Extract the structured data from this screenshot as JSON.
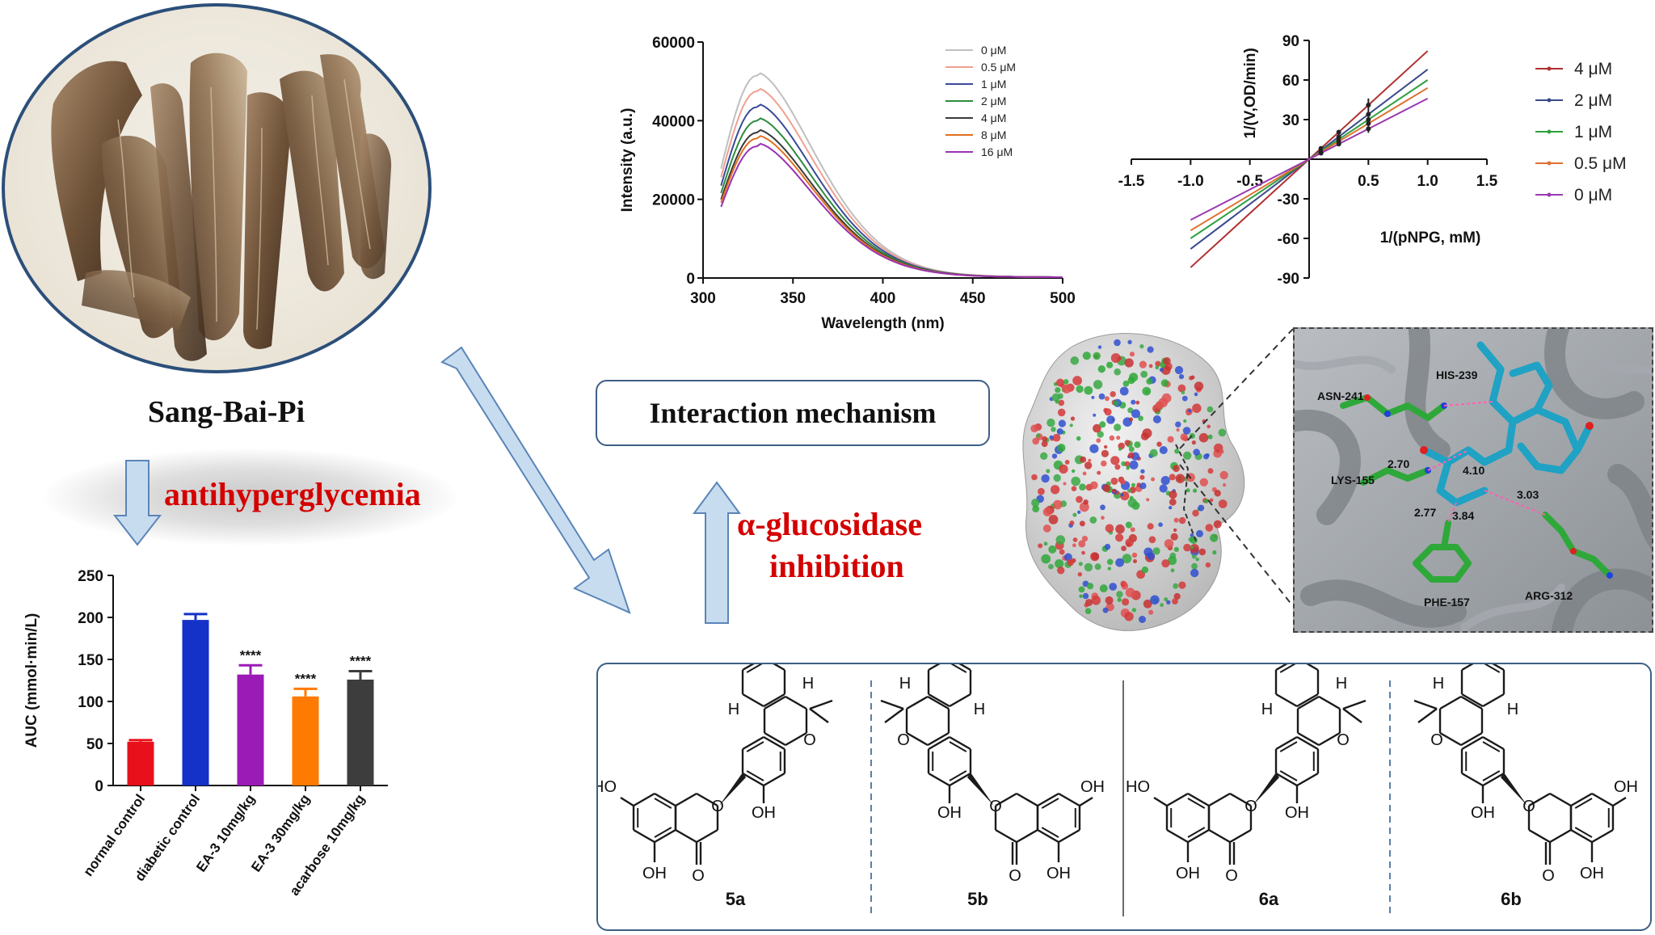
{
  "colors": {
    "accent_red": "#d40000",
    "frame_blue": "#3d5f86",
    "arrow_fill": "#c8dcf0",
    "arrow_stroke": "#5a85b8",
    "structure_line": "#1a1a1a",
    "ligand_cyan": "#1fa2c4",
    "residue_green": "#2fa83a"
  },
  "labels": {
    "herb_name": "Sang-Bai-Pi",
    "effect": "antihyperglycemia",
    "mechanism_box": "Interaction mechanism",
    "inhibition_line1": "α-glucosidase",
    "inhibition_line2": "inhibition"
  },
  "docking": {
    "residues": [
      "ASN-241",
      "HIS-239",
      "LYS-155",
      "PHE-157",
      "ARG-312"
    ],
    "distances": [
      "2.70",
      "4.10",
      "3.03",
      "2.77",
      "3.84"
    ]
  },
  "structures": {
    "compound_ids": [
      "5a",
      "5b",
      "6a",
      "6b"
    ],
    "atom_labels": {
      "hydroxyl": "OH",
      "ho": "HO",
      "oxygen": "O",
      "hydrogen": "H"
    }
  },
  "chart_data": [
    {
      "type": "bar",
      "ylabel": "AUC (mmol·min/L)",
      "categories": [
        "normal control",
        "diabetic control",
        "EA-3 10mg/kg",
        "EA-3 30mg/kg",
        "acarbose 10mg/kg"
      ],
      "values": [
        52,
        197,
        132,
        106,
        126
      ],
      "errors": [
        2,
        7,
        11,
        9,
        10
      ],
      "significance": [
        "",
        "",
        "****",
        "****",
        "****"
      ],
      "colors": [
        "#e8101a",
        "#1431c8",
        "#9b1bb6",
        "#ff7a00",
        "#3d3d3d"
      ],
      "ylim": [
        0,
        250
      ],
      "yticks": [
        0,
        50,
        100,
        150,
        200,
        250
      ]
    },
    {
      "type": "line",
      "xlabel": "Wavelength (nm)",
      "ylabel": "Intensity (a.u.)",
      "xlim": [
        300,
        500
      ],
      "ylim": [
        0,
        60000
      ],
      "xticks": [
        300,
        350,
        400,
        450,
        500
      ],
      "yticks": [
        0,
        20000,
        40000,
        60000
      ],
      "legend_position": "right",
      "series": [
        {
          "name": "0 μM",
          "peak": 51500,
          "color": "#bfbfbf"
        },
        {
          "name": "0.5 μM",
          "peak": 47500,
          "color": "#f0a090"
        },
        {
          "name": "1 μM",
          "peak": 43500,
          "color": "#3a4a9a"
        },
        {
          "name": "2 μM",
          "peak": 40000,
          "color": "#2e8b3e"
        },
        {
          "name": "4 μM",
          "peak": 37000,
          "color": "#3a3a3a"
        },
        {
          "name": "8 μM",
          "peak": 35500,
          "color": "#e07020"
        },
        {
          "name": "16 μM",
          "peak": 33500,
          "color": "#9932b0"
        }
      ],
      "peak_x": 330,
      "start_x": 310,
      "start_ratio": 0.54
    },
    {
      "type": "line",
      "xlabel": "1/(pNPG, mM)",
      "ylabel": "1/(V,OD/min)",
      "xlim": [
        -1.5,
        1.5
      ],
      "ylim": [
        -90,
        90
      ],
      "xticks": [
        -1.5,
        -1.0,
        -0.5,
        0.5,
        1.0,
        1.5
      ],
      "yticks": [
        -90,
        -60,
        -30,
        30,
        60,
        90
      ],
      "legend_position": "right",
      "series": [
        {
          "name": "4 μM",
          "slope": 82,
          "intercept": 0,
          "color": "#b03030"
        },
        {
          "name": "2 μM",
          "slope": 68,
          "intercept": 0,
          "color": "#3a4a8a"
        },
        {
          "name": "1 μM",
          "slope": 60,
          "intercept": 0,
          "color": "#2ea040"
        },
        {
          "name": "0.5 μM",
          "slope": 54,
          "intercept": 0,
          "color": "#e07030"
        },
        {
          "name": "0 μM",
          "slope": 46,
          "intercept": 0,
          "color": "#9a3ab0"
        }
      ],
      "x_range": [
        -1.0,
        1.0
      ],
      "points_x": [
        0.1,
        0.25,
        0.5
      ]
    }
  ]
}
